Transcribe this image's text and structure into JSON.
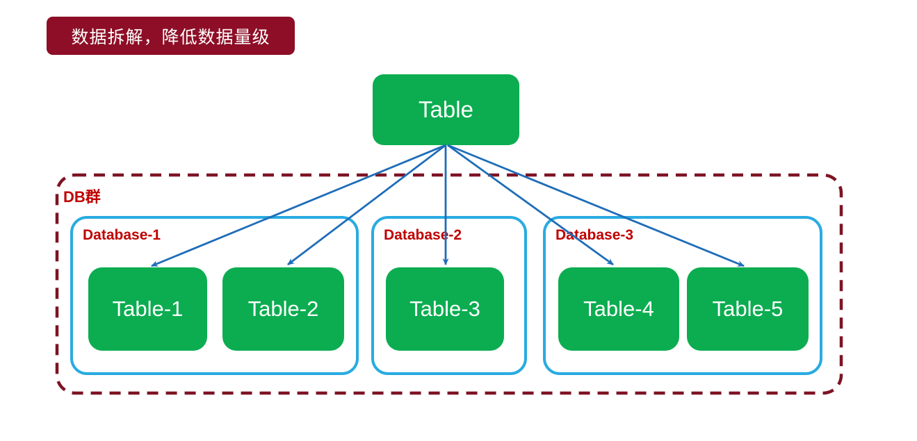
{
  "banner": {
    "label": "数据拆解，降低数据量级"
  },
  "root_table": {
    "label": "Table"
  },
  "cluster": {
    "label": "DB群"
  },
  "databases": [
    {
      "label": "Database-1",
      "tables": [
        "Table-1",
        "Table-2"
      ]
    },
    {
      "label": "Database-2",
      "tables": [
        "Table-3"
      ]
    },
    {
      "label": "Database-3",
      "tables": [
        "Table-4",
        "Table-5"
      ]
    }
  ],
  "colors": {
    "maroon_fill": "#8d0e26",
    "maroon_dash": "#7e1324",
    "green_fill": "#0bad50",
    "blue_border": "#29abe2",
    "red_text": "#c00000",
    "arrow_blue": "#1e6db8"
  }
}
